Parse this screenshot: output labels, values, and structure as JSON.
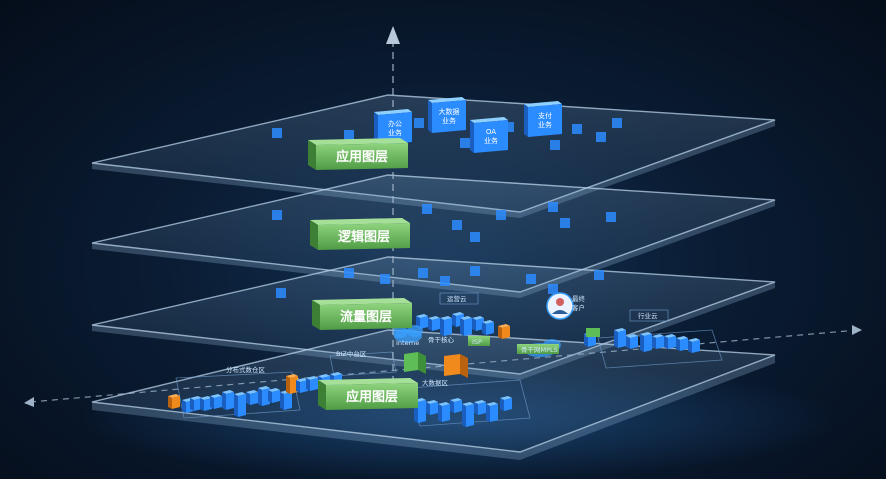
{
  "colors": {
    "plane_fill": "#7fa7c9",
    "plane_stroke": "#b9d3ea",
    "block_blue": "#2b8cff",
    "block_orange": "#f08a1c",
    "label_green": "#6fbf63",
    "axis": "#9fb3c8"
  },
  "layers": [
    {
      "label": "应用图层"
    },
    {
      "label": "逻辑图层"
    },
    {
      "label": "流量图层"
    },
    {
      "label": "应用图层"
    }
  ],
  "top_business": [
    {
      "line1": "办公",
      "line2": "业务"
    },
    {
      "line1": "大数据",
      "line2": "业务"
    },
    {
      "line1": "OA",
      "line2": "业务"
    },
    {
      "line1": "支付",
      "line2": "业务"
    }
  ],
  "zones": {
    "cloud_top": "运营云",
    "user": "最终",
    "user_sub": "客户",
    "industry_cloud": "行业云",
    "internet": "Interne",
    "backbone": "骨干核心",
    "isp": "ISP",
    "mpls": "骨干网MPLS",
    "biz_platform": "BIZ中台区",
    "distributed_db": "分布式数仓区",
    "bigdata": "大数据区"
  },
  "icons": {
    "axis_arrow": "arrow-up-icon",
    "user": "user-icon",
    "cloud": "cloud-icon",
    "server": "server-icon"
  }
}
